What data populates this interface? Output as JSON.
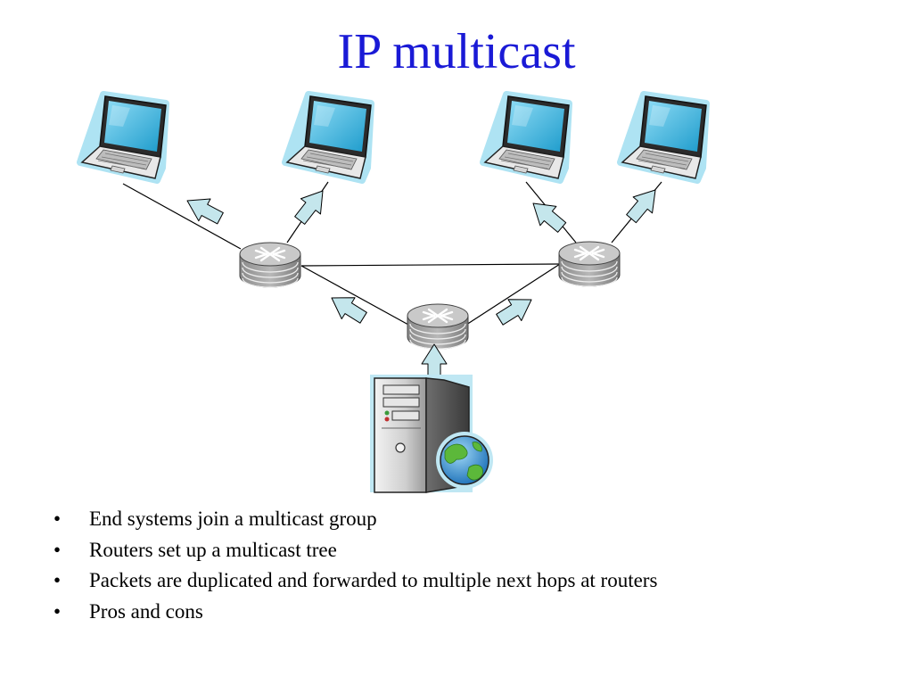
{
  "slide": {
    "title": "IP multicast",
    "bullet_marker": "•",
    "bullets": [
      "End systems join a multicast group",
      "Routers set up a multicast tree",
      "Packets are duplicated and forwarded to multiple next hops at routers",
      "Pros and cons"
    ]
  },
  "diagram": {
    "nodes": [
      "laptop",
      "laptop",
      "laptop",
      "laptop",
      "router",
      "router",
      "router",
      "server"
    ],
    "colors": {
      "arrow_fill": "#c4e6ec",
      "screen": "#48b8e0",
      "router_body": "#9c9c9c",
      "link": "#000000"
    }
  }
}
